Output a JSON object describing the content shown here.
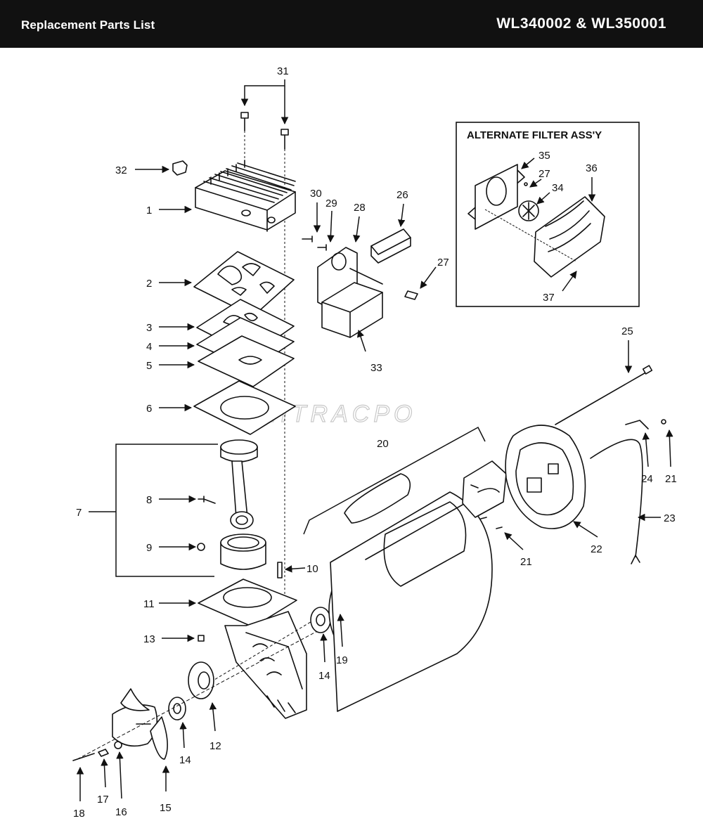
{
  "header": {
    "left_title": "Replacement Parts List",
    "right_title": "WL340002 & WL350001"
  },
  "inset": {
    "title": "ALTERNATE FILTER ASS'Y"
  },
  "watermark": "MITRACPO",
  "callouts": {
    "c1": "1",
    "c2": "2",
    "c3": "3",
    "c4": "4",
    "c5": "5",
    "c6": "6",
    "c7": "7",
    "c8": "8",
    "c9": "9",
    "c10": "10",
    "c11": "11",
    "c12": "12",
    "c13": "13",
    "c14a": "14",
    "c14b": "14",
    "c15": "15",
    "c16": "16",
    "c17": "17",
    "c18": "18",
    "c19": "19",
    "c20": "20",
    "c21a": "21",
    "c21b": "21",
    "c22": "22",
    "c23": "23",
    "c24": "24",
    "c25": "25",
    "c26": "26",
    "c27a": "27",
    "c27b": "27",
    "c28": "28",
    "c29": "29",
    "c30": "30",
    "c31": "31",
    "c32": "32",
    "c33": "33",
    "c34": "34",
    "c35": "35",
    "c36": "36",
    "c37": "37"
  }
}
